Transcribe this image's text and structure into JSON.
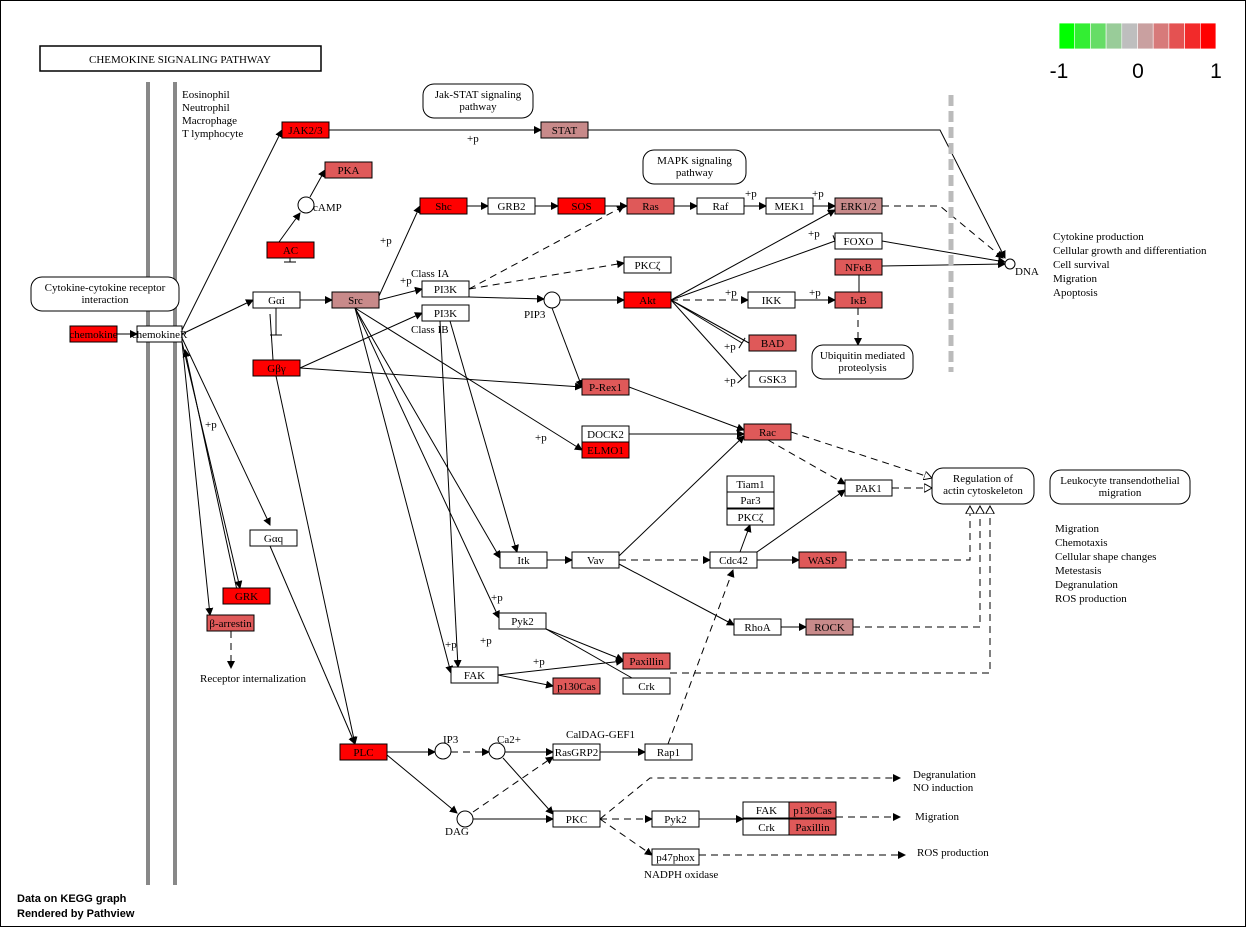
{
  "title": "CHEMOKINE SIGNALING PATHWAY",
  "legend": {
    "colors": [
      "#00ff00",
      "#33ee33",
      "#66dd66",
      "#99cc99",
      "#bebebe",
      "#c9a0a0",
      "#d77a7a",
      "#e45252",
      "#f22a2a",
      "#ff0000"
    ],
    "labels": [
      "-1",
      "0",
      "1"
    ]
  },
  "footer": [
    "Data on KEGG graph",
    "Rendered by Pathview"
  ],
  "colors": {
    "high": "#ff0000",
    "mid": "#df5959",
    "low": "#c88a8a",
    "none": "#ffffff"
  },
  "genes": [
    {
      "id": "chemokine",
      "label": "chemokine",
      "fill": "#ff0000"
    },
    {
      "id": "chemokineR",
      "label": "chemokineR",
      "fill": "#ffffff"
    },
    {
      "id": "jak",
      "label": "JAK2/3",
      "fill": "#ff0000"
    },
    {
      "id": "stat",
      "label": "STAT",
      "fill": "#c88a8a"
    },
    {
      "id": "pka",
      "label": "PKA",
      "fill": "#df5959"
    },
    {
      "id": "shc",
      "label": "Shc",
      "fill": "#ff0000"
    },
    {
      "id": "grb2",
      "label": "GRB2",
      "fill": "#ffffff"
    },
    {
      "id": "sos",
      "label": "SOS",
      "fill": "#ff0000"
    },
    {
      "id": "ras",
      "label": "Ras",
      "fill": "#df5959"
    },
    {
      "id": "raf",
      "label": "Raf",
      "fill": "#ffffff"
    },
    {
      "id": "mek1",
      "label": "MEK1",
      "fill": "#ffffff"
    },
    {
      "id": "erk",
      "label": "ERK1/2",
      "fill": "#c88a8a"
    },
    {
      "id": "ac",
      "label": "AC",
      "fill": "#ff0000"
    },
    {
      "id": "foxo",
      "label": "FOXO",
      "fill": "#ffffff"
    },
    {
      "id": "nfkb",
      "label": "NFκB",
      "fill": "#df5959"
    },
    {
      "id": "gai",
      "label": "Gαi",
      "fill": "#ffffff"
    },
    {
      "id": "src",
      "label": "Src",
      "fill": "#c88a8a"
    },
    {
      "id": "pi3k1",
      "label": "PI3K",
      "fill": "#ffffff"
    },
    {
      "id": "pkcz",
      "label": "PKCζ",
      "fill": "#ffffff"
    },
    {
      "id": "akt",
      "label": "Akt",
      "fill": "#ff0000"
    },
    {
      "id": "ikk",
      "label": "IKK",
      "fill": "#ffffff"
    },
    {
      "id": "ikb",
      "label": "IκB",
      "fill": "#df5959"
    },
    {
      "id": "pi3k2",
      "label": "PI3K",
      "fill": "#ffffff"
    },
    {
      "id": "bad",
      "label": "BAD",
      "fill": "#df5959"
    },
    {
      "id": "gby",
      "label": "Gβγ",
      "fill": "#ff0000"
    },
    {
      "id": "gsk3",
      "label": "GSK3",
      "fill": "#ffffff"
    },
    {
      "id": "prex1",
      "label": "P-Rex1",
      "fill": "#df5959"
    },
    {
      "id": "dock2",
      "label": "DOCK2",
      "fill": "#ffffff"
    },
    {
      "id": "elmo1",
      "label": "ELMO1",
      "fill": "#ff0000"
    },
    {
      "id": "rac",
      "label": "Rac",
      "fill": "#df5959"
    },
    {
      "id": "tiam1",
      "label": "Tiam1",
      "fill": "#ffffff"
    },
    {
      "id": "par3",
      "label": "Par3",
      "fill": "#ffffff"
    },
    {
      "id": "pkcz2",
      "label": "PKCζ",
      "fill": "#ffffff"
    },
    {
      "id": "pak1",
      "label": "PAK1",
      "fill": "#ffffff"
    },
    {
      "id": "gaq",
      "label": "Gαq",
      "fill": "#ffffff"
    },
    {
      "id": "itk",
      "label": "Itk",
      "fill": "#ffffff"
    },
    {
      "id": "vav",
      "label": "Vav",
      "fill": "#ffffff"
    },
    {
      "id": "cdc42",
      "label": "Cdc42",
      "fill": "#ffffff"
    },
    {
      "id": "wasp",
      "label": "WASP",
      "fill": "#df5959"
    },
    {
      "id": "grk",
      "label": "GRK",
      "fill": "#ff0000"
    },
    {
      "id": "barr",
      "label": "β-arrestin",
      "fill": "#df5959"
    },
    {
      "id": "pyk2a",
      "label": "Pyk2",
      "fill": "#ffffff"
    },
    {
      "id": "rhoa",
      "label": "RhoA",
      "fill": "#ffffff"
    },
    {
      "id": "rock",
      "label": "ROCK",
      "fill": "#c88a8a"
    },
    {
      "id": "paxillin",
      "label": "Paxillin",
      "fill": "#df5959"
    },
    {
      "id": "fak",
      "label": "FAK",
      "fill": "#ffffff"
    },
    {
      "id": "p130",
      "label": "p130Cas",
      "fill": "#df5959"
    },
    {
      "id": "crk",
      "label": "Crk",
      "fill": "#ffffff"
    },
    {
      "id": "plc",
      "label": "PLC",
      "fill": "#ff0000"
    },
    {
      "id": "rasgrp2",
      "label": "RasGRP2",
      "fill": "#ffffff"
    },
    {
      "id": "rap1",
      "label": "Rap1",
      "fill": "#ffffff"
    },
    {
      "id": "pkc",
      "label": "PKC",
      "fill": "#ffffff"
    },
    {
      "id": "pyk2b",
      "label": "Pyk2",
      "fill": "#ffffff"
    },
    {
      "id": "fak2",
      "label": "FAK",
      "fill": "#ffffff"
    },
    {
      "id": "p130b",
      "label": "p130Cas",
      "fill": "#df5959"
    },
    {
      "id": "crk2",
      "label": "Crk",
      "fill": "#ffffff"
    },
    {
      "id": "paxillin2",
      "label": "Paxillin",
      "fill": "#df5959"
    },
    {
      "id": "p47",
      "label": "p47phox",
      "fill": "#ffffff"
    }
  ],
  "pathways": [
    {
      "id": "jakstat",
      "lines": [
        "Jak-STAT signaling",
        "pathway"
      ]
    },
    {
      "id": "mapk",
      "lines": [
        "MAPK signaling",
        "pathway"
      ]
    },
    {
      "id": "cytokine",
      "lines": [
        "Cytokine-cytokine receptor",
        "interaction"
      ]
    },
    {
      "id": "ubiq",
      "lines": [
        "Ubiquitin mediated",
        "proteolysis"
      ]
    },
    {
      "id": "actin",
      "lines": [
        "Regulation of",
        "actin cytoskeleton"
      ]
    },
    {
      "id": "leuko",
      "lines": [
        "Leukocyte transendothelial",
        "migration"
      ]
    }
  ],
  "texts": [
    {
      "id": "cells",
      "lines": [
        "Eosinophil",
        "Neutrophil",
        "Macrophage",
        "T lymphocyte"
      ]
    },
    {
      "id": "outcomes",
      "lines": [
        "Cytokine production",
        "Cellular growth and differentiation",
        "Cell survival",
        "Migration",
        "Apoptosis"
      ]
    },
    {
      "id": "actin_out",
      "lines": [
        "Migration",
        "Chemotaxis",
        "Cellular shape changes",
        "Metestasis",
        "Degranulation",
        "ROS production"
      ]
    },
    {
      "id": "camp",
      "lines": [
        "cAMP"
      ]
    },
    {
      "id": "dna",
      "lines": [
        "DNA"
      ]
    },
    {
      "id": "pip3",
      "lines": [
        "PIP3"
      ]
    },
    {
      "id": "classIA",
      "lines": [
        "Class IA"
      ]
    },
    {
      "id": "classIB",
      "lines": [
        "Class IB"
      ]
    },
    {
      "id": "ip3",
      "lines": [
        "IP3"
      ]
    },
    {
      "id": "ca",
      "lines": [
        "Ca2+"
      ]
    },
    {
      "id": "caldag",
      "lines": [
        "CalDAG-GEF1"
      ]
    },
    {
      "id": "dag",
      "lines": [
        "DAG"
      ]
    },
    {
      "id": "receptor_int",
      "lines": [
        "Receptor internalization"
      ]
    },
    {
      "id": "degran",
      "lines": [
        "Degranulation",
        "NO induction"
      ]
    },
    {
      "id": "migration2",
      "lines": [
        "Migration"
      ]
    },
    {
      "id": "ros",
      "lines": [
        "ROS production"
      ]
    },
    {
      "id": "nadph",
      "lines": [
        "NADPH oxidase"
      ]
    }
  ],
  "plus_p": "+p"
}
